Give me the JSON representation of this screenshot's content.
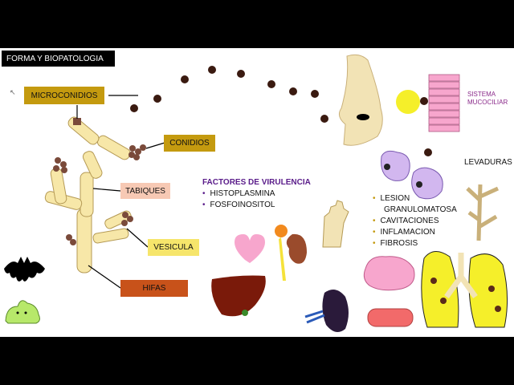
{
  "title": "FORMA Y BIOPATOLOGIA",
  "labels": {
    "microconidios": "MICROCONIDIOS",
    "conidios": "CONIDIOS",
    "tabiques": "TABIQUES",
    "vesicula": "VESICULA",
    "hifas": "HIFAS",
    "sistema_mucociliar": "SISTEMA MUCOCILIAR",
    "levaduras": "LEVADURAS"
  },
  "virulence": {
    "heading": "FACTORES DE VIRULENCIA",
    "items": [
      "HISTOPLASMINA",
      "FOSFOINOSITOL"
    ]
  },
  "clinical": {
    "items": [
      "LESION",
      "GRANULOMATOSA",
      "CAVITACIONES",
      "INFLAMACION",
      "FIBROSIS"
    ]
  },
  "colors": {
    "microconidios": "#c49a0f",
    "conidios": "#c49a0f",
    "tabiques": "#f7c9b4",
    "vesicula": "#f6e56b",
    "hifas": "#c8521a",
    "heading": "#5a1c8a"
  },
  "icons": [
    "cursor-icon",
    "fungus-hyphae-icon",
    "bat-icon",
    "slime-icon",
    "nose-icon",
    "epithelium-icon",
    "heart-icon",
    "liver-icon",
    "pancreas-icon",
    "kidney-icon",
    "spleen-icon",
    "hand-icon",
    "brain-icon",
    "bone-icon",
    "lungs-icon",
    "yeast-cell-icon",
    "pollen-icon"
  ]
}
